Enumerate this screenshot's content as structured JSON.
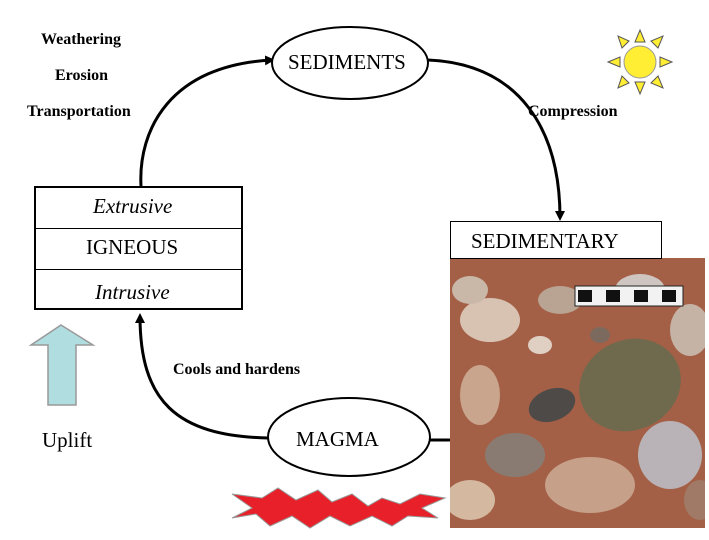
{
  "labels": {
    "weathering": "Weathering",
    "erosion": "Erosion",
    "transportation": "Transportation",
    "compression": "Compression",
    "cools_and_hardens": "Cools and hardens",
    "uplift": "Uplift"
  },
  "nodes": {
    "sediments": "SEDIMENTS",
    "magma": "MAGMA",
    "sedimentary": "SEDIMENTARY",
    "igneous": {
      "top": "Extrusive",
      "middle": "IGNEOUS",
      "bottom": "Intrusive"
    }
  },
  "colors": {
    "uplift_arrow_fill": "#b0dde0",
    "sun_fill": "#ffee33",
    "heat_burst_fill": "#e8202a",
    "rock_photo_base": "#9c5a44",
    "outline": "#000000"
  },
  "icons": {
    "sun": "sun-icon",
    "heat": "heat-burst-icon",
    "uplift": "up-arrow-icon",
    "photo": "conglomerate-rock-photo"
  }
}
